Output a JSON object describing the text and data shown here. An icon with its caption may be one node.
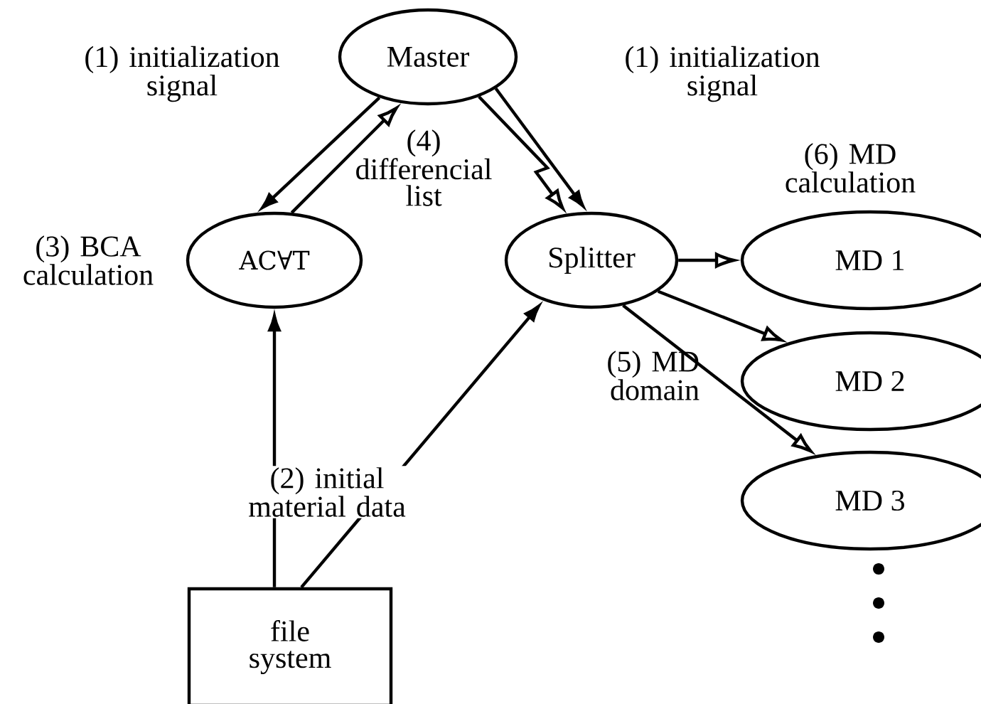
{
  "diagram": {
    "nodes": [
      {
        "text": [
          "Master"
        ]
      },
      {
        "text": [
          "AC∀T"
        ],
        "beside": [
          "(3) BCA calculation"
        ]
      },
      {
        "text": [
          "Splitter"
        ]
      },
      {
        "text": [
          "MD 1"
        ],
        "beside": [
          "(6) MD calculation"
        ]
      },
      {
        "text": [
          "MD 2"
        ]
      },
      {
        "text": [
          "MD 3"
        ]
      },
      {
        "text": [
          "file system"
        ]
      }
    ],
    "edges": [
      {
        "from": 0,
        "to": 1,
        "arrow": "to",
        "label": "(1) initialization signal"
      },
      {
        "from": 1,
        "to": 0,
        "arrow": "to"
      },
      {
        "from": 0,
        "to": 2,
        "arrow": "to",
        "label": "(1) initialization signal"
      },
      {
        "from": 0,
        "to": 2,
        "arrow": "to"
      },
      {
        "from": 6,
        "to": 1,
        "arrow": "to"
      },
      {
        "from": 6,
        "to": 2,
        "arrow": "to"
      },
      {
        "from": 2,
        "to": 3,
        "arrow": "to"
      },
      {
        "from": 2,
        "to": 4,
        "arrow": "to"
      },
      {
        "from": 2,
        "to": 5,
        "arrow": "to"
      }
    ],
    "labels": [
      "(4) differencial list",
      "(5) MD domain",
      "(2) initial material data"
    ]
  }
}
